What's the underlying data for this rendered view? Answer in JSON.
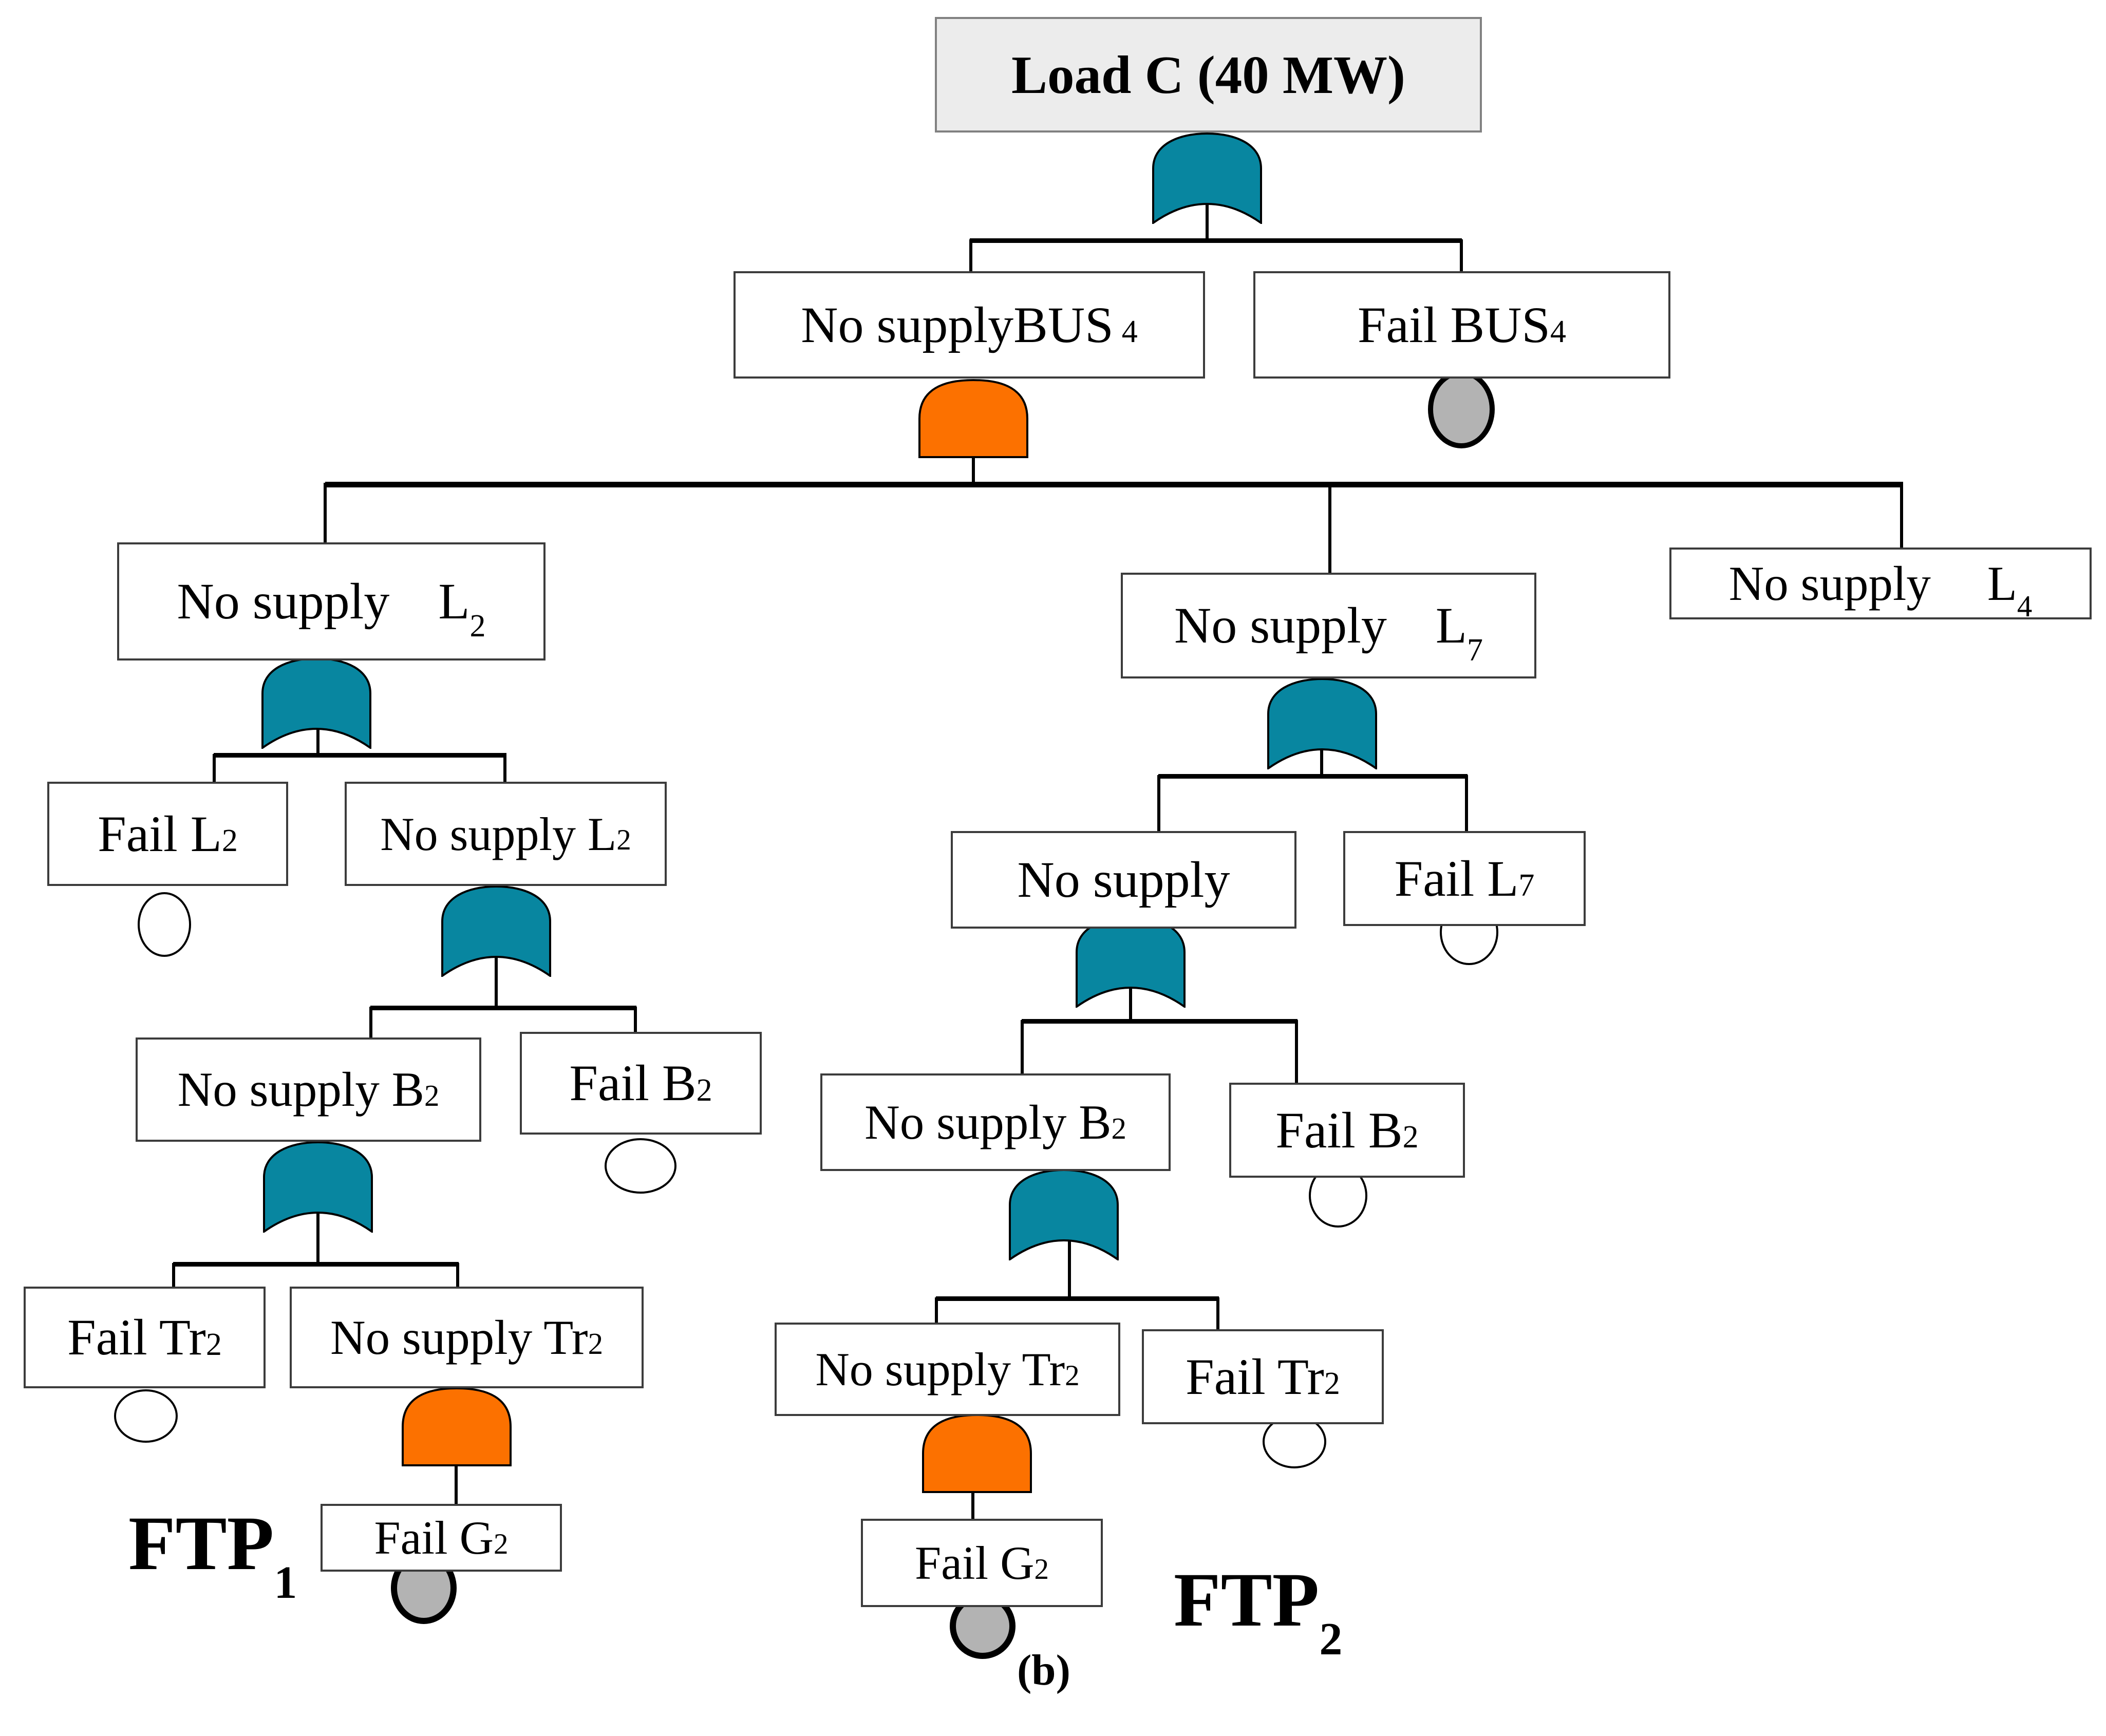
{
  "figure": {
    "caption": "(b)"
  },
  "colors": {
    "or_gate": "#0886A0",
    "and_gate": "#FC7100",
    "filled_event_fill": "#b3b3b3",
    "root_box_fill": "#ececec"
  },
  "nodes": {
    "load_c": {
      "label": "Load C (40 MW)"
    },
    "no_supply_bus4": {
      "label": "No supplyBUS",
      "sub": "4"
    },
    "fail_bus4": {
      "label": "Fail BUS",
      "sub": "4"
    },
    "no_supply_l2": {
      "label": "No supply",
      "symbol": "L",
      "sub": "2"
    },
    "fail_l2": {
      "label": "Fail L",
      "sub": "2"
    },
    "no_supply_l2_inner": {
      "label": "No supply L",
      "sub": "2"
    },
    "no_supply_b2_left": {
      "label": "No supply B",
      "sub": "2"
    },
    "fail_b2_left": {
      "label": "Fail B",
      "sub": "2"
    },
    "fail_tr2_left": {
      "label": "Fail Tr",
      "sub": "2"
    },
    "no_supply_tr2_left": {
      "label": "No supply Tr",
      "sub": "2"
    },
    "fail_g2_left": {
      "label": "Fail G",
      "sub": "2"
    },
    "ftp1": {
      "label": "FTP",
      "sub": "1"
    },
    "no_supply_l7": {
      "label": "No supply",
      "symbol": "L",
      "sub": "7"
    },
    "no_supply_mid": {
      "label": "No supply"
    },
    "fail_l7": {
      "label": "Fail L",
      "sub": "7"
    },
    "no_supply_b2_right": {
      "label": "No supply B",
      "sub": "2"
    },
    "fail_b2_right": {
      "label": "Fail B",
      "sub": "2"
    },
    "no_supply_tr2_right": {
      "label": "No supply Tr",
      "sub": "2"
    },
    "fail_tr2_right": {
      "label": "Fail Tr",
      "sub": "2"
    },
    "fail_g2_right": {
      "label": "Fail G",
      "sub": "2"
    },
    "ftp2": {
      "label": "FTP",
      "sub": "2"
    },
    "no_supply_l4": {
      "label": "No supply",
      "symbol": "L",
      "sub": "4"
    }
  }
}
